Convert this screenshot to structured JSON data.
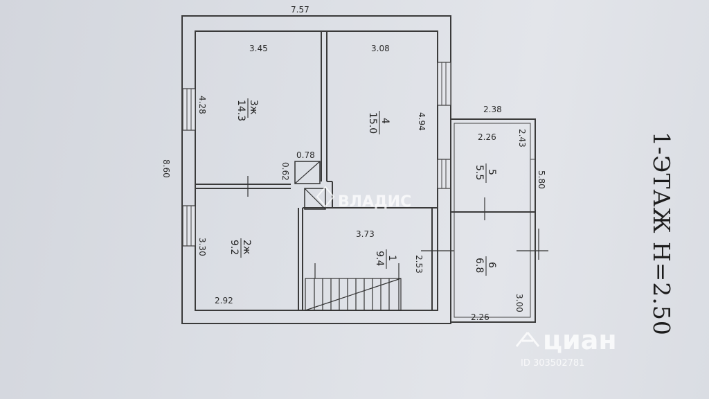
{
  "plan": {
    "title": "1-ЭТАЖ Н=2.50",
    "dimensions": {
      "total_width": "7.57",
      "total_height": "8.60",
      "room3_width": "3.45",
      "room3_height": "4.28",
      "room4_width": "3.08",
      "room4_height": "4.94",
      "closet_width": "0.78",
      "closet_height": "0.62",
      "room2_height": "3.30",
      "room2_width": "2.92",
      "room1_width": "3.73",
      "room1_height": "2.53",
      "annex_width": "2.38",
      "annex_height": "5.80",
      "room5_width": "2.26",
      "room5_height": "2.43",
      "room6_height": "3.00",
      "room6_width": "2.26"
    },
    "rooms": [
      {
        "id": "3",
        "label": "3ж",
        "area": "14.3"
      },
      {
        "id": "4",
        "label": "4",
        "area": "15.0"
      },
      {
        "id": "2",
        "label": "2ж",
        "area": "9.2"
      },
      {
        "id": "1",
        "label": "1",
        "area": "9.4"
      },
      {
        "id": "5",
        "label": "5",
        "area": "5.5"
      },
      {
        "id": "6",
        "label": "6",
        "area": "6.8"
      }
    ]
  },
  "watermarks": {
    "vladis": "ВЛАДИС",
    "cian": "циан",
    "cian_id": "ID 303502781"
  }
}
